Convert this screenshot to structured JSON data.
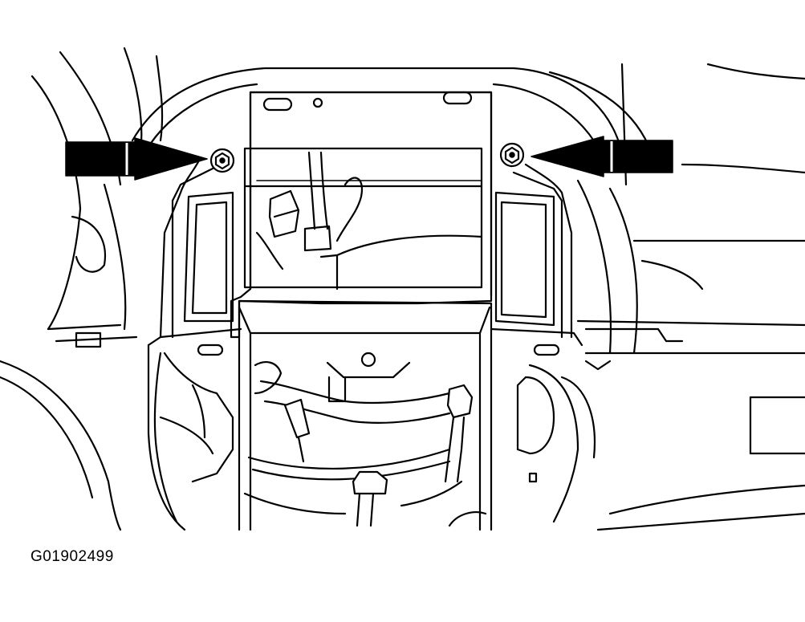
{
  "figure": {
    "id_label": "G01902499"
  },
  "colors": {
    "line": "#000000",
    "background": "#ffffff"
  },
  "callouts": [
    {
      "name": "left-arrow",
      "points_to": "left-mounting-bolt"
    },
    {
      "name": "right-arrow",
      "points_to": "right-mounting-bolt"
    }
  ]
}
